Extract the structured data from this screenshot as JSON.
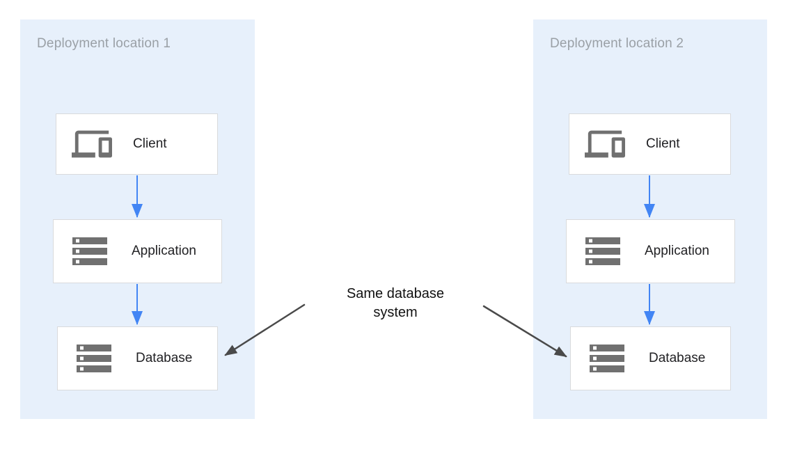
{
  "diagram": {
    "connector_label": "Same database system",
    "colors": {
      "panel_bg": "#E7F0FB",
      "panel_title": "#9AA0A6",
      "box_bg": "#FFFFFF",
      "box_border": "#D9DADC",
      "node_label": "#212124",
      "icon_gray": "#707070",
      "arrow_blue": "#4285F4",
      "arrow_dark": "#4A4A4A",
      "connector_text": "#111111"
    },
    "panels": [
      {
        "title": "Deployment location 1",
        "nodes": [
          {
            "label": "Client",
            "icon": "devices-icon"
          },
          {
            "label": "Application",
            "icon": "server-stack-icon"
          },
          {
            "label": "Database",
            "icon": "server-stack-icon"
          }
        ]
      },
      {
        "title": "Deployment location 2",
        "nodes": [
          {
            "label": "Client",
            "icon": "devices-icon"
          },
          {
            "label": "Application",
            "icon": "server-stack-icon"
          },
          {
            "label": "Database",
            "icon": "server-stack-icon"
          }
        ]
      }
    ]
  }
}
